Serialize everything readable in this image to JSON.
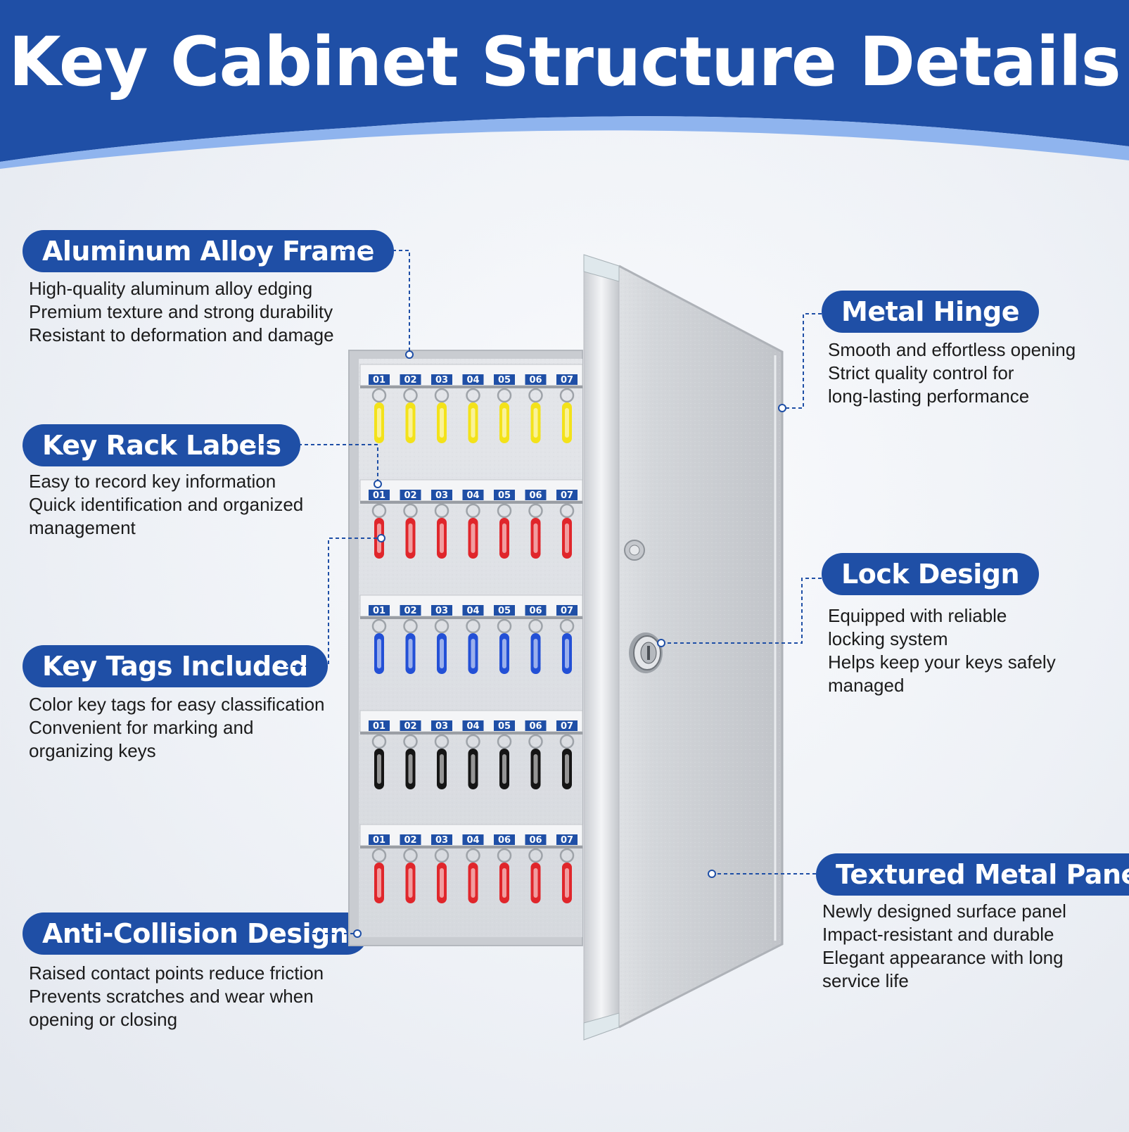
{
  "title": "Key Cabinet Structure Details",
  "colors": {
    "brand_blue": "#1f4fa6",
    "banner_light_blue": "#8fb4ee",
    "tag_yellow": "#f3e21a",
    "tag_red": "#e0262b",
    "tag_blue": "#2350d6",
    "tag_black": "#151515"
  },
  "features": {
    "aluminum_frame": {
      "label": "Aluminum Alloy Frame",
      "lines": [
        "High-quality aluminum alloy edging",
        "Premium texture and strong durability",
        "Resistant to deformation and damage"
      ]
    },
    "rack_labels": {
      "label": "Key Rack Labels",
      "lines": [
        "Easy to record key information",
        "Quick identification and organized",
        "management"
      ]
    },
    "key_tags": {
      "label": "Key Tags Included",
      "lines": [
        "Color key tags for easy classification",
        "Convenient for marking and",
        "organizing keys"
      ]
    },
    "anti_collision": {
      "label": "Anti-Collision Design",
      "lines": [
        "Raised contact points reduce friction",
        "Prevents scratches and wear when",
        "opening or closing"
      ]
    },
    "metal_hinge": {
      "label": "Metal Hinge",
      "lines": [
        "Smooth and effortless opening",
        "Strict quality control for",
        "long-lasting performance"
      ]
    },
    "lock_design": {
      "label": "Lock Design",
      "lines": [
        "Equipped with reliable",
        "locking system",
        "Helps keep your keys safely",
        "managed"
      ]
    },
    "metal_panel": {
      "label": "Textured Metal Panel",
      "lines": [
        "Newly designed surface panel",
        "Impact-resistant and durable",
        "Elegant appearance with long",
        "service life"
      ]
    }
  },
  "cabinet": {
    "rows": [
      {
        "tag_color": "yellow",
        "labels": [
          "01",
          "02",
          "03",
          "04",
          "05",
          "06",
          "07"
        ]
      },
      {
        "tag_color": "red",
        "labels": [
          "01",
          "02",
          "03",
          "04",
          "05",
          "06",
          "07"
        ]
      },
      {
        "tag_color": "blue",
        "labels": [
          "01",
          "02",
          "03",
          "04",
          "05",
          "06",
          "07"
        ]
      },
      {
        "tag_color": "black",
        "labels": [
          "01",
          "02",
          "03",
          "04",
          "05",
          "06",
          "07"
        ]
      },
      {
        "tag_color": "red",
        "labels": [
          "01",
          "02",
          "03",
          "04",
          "06",
          "06",
          "07"
        ]
      }
    ]
  }
}
